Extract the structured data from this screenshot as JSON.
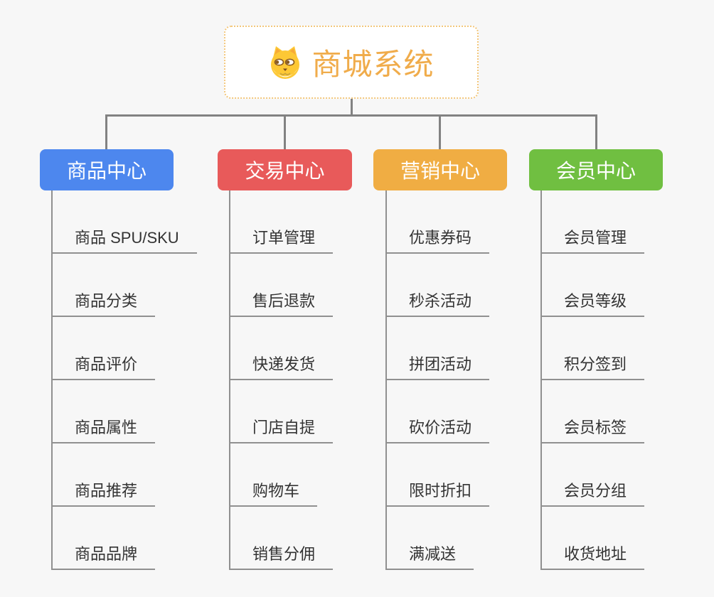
{
  "root": {
    "title": "商城系统",
    "icon": "dog-face-icon",
    "accent_color": "#f0ac4b",
    "border_color": "#f3c77c"
  },
  "branches": [
    {
      "label": "商品中心",
      "color": "#4d87ee",
      "items": [
        "商品 SPU/SKU",
        "商品分类",
        "商品评价",
        "商品属性",
        "商品推荐",
        "商品品牌"
      ]
    },
    {
      "label": "交易中心",
      "color": "#e85a5a",
      "items": [
        "订单管理",
        "售后退款",
        "快递发货",
        "门店自提",
        "购物车",
        "销售分佣"
      ]
    },
    {
      "label": "营销中心",
      "color": "#f0ad43",
      "items": [
        "优惠券码",
        "秒杀活动",
        "拼团活动",
        "砍价活动",
        "限时折扣",
        "满减送"
      ]
    },
    {
      "label": "会员中心",
      "color": "#70bf41",
      "items": [
        "会员管理",
        "会员等级",
        "积分签到",
        "会员标签",
        "会员分组",
        "收货地址"
      ]
    }
  ],
  "colors": {
    "background": "#f7f7f7",
    "connector_line": "#828282",
    "leaf_line": "#909090",
    "leaf_text": "#333333"
  }
}
